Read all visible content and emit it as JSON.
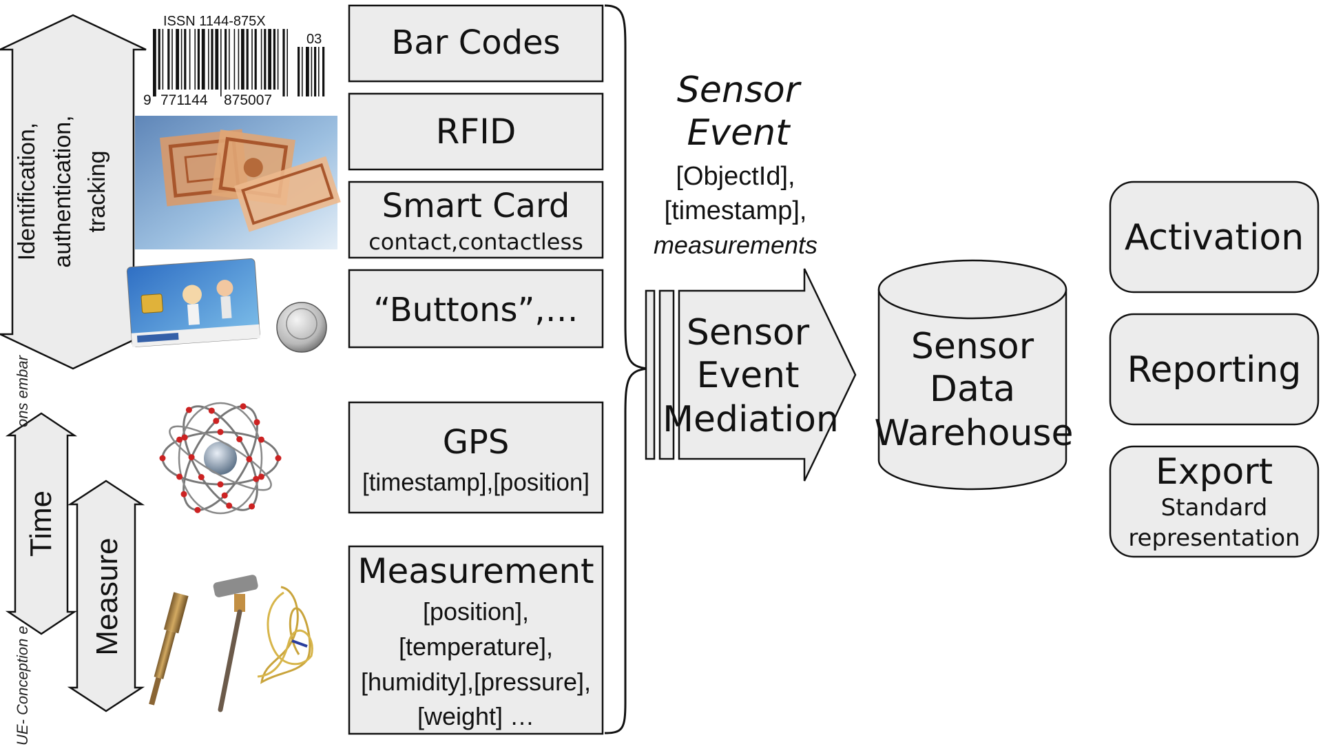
{
  "barcode": {
    "issn": "ISSN 1144-875X",
    "supplement": "03",
    "first_digit": "9",
    "left_digits": "771144",
    "right_digits": "875007"
  },
  "arrows": {
    "identification": [
      "Identification,",
      "authentication,",
      "tracking"
    ],
    "time": "Time",
    "measure": "Measure"
  },
  "side_captions": {
    "upper": "ons embar",
    "lower": "UE- Conception e"
  },
  "sources": {
    "bar_codes": {
      "title": "Bar Codes"
    },
    "rfid": {
      "title": "RFID"
    },
    "smart_card": {
      "title": "Smart Card",
      "subtitle": "contact,contactless"
    },
    "buttons": {
      "title": "“Buttons”,…"
    },
    "gps": {
      "title": "GPS",
      "subtitle": "[timestamp],[position]"
    },
    "measurement": {
      "title": "Measurement",
      "lines": [
        "[position],",
        "[temperature],",
        "[humidity],[pressure],",
        "[weight] …"
      ]
    }
  },
  "sensor_event": {
    "title_lines": [
      "Sensor",
      "Event"
    ],
    "fields": [
      "[ObjectId],",
      "[timestamp],"
    ],
    "measurements": "measurements"
  },
  "mediation": {
    "lines": [
      "Sensor",
      "Event",
      "Mediation"
    ]
  },
  "warehouse": {
    "lines": [
      "Sensor",
      "Data",
      "Warehouse"
    ]
  },
  "outputs": {
    "activation": {
      "title": "Activation"
    },
    "reporting": {
      "title": "Reporting"
    },
    "export": {
      "title": "Export",
      "subtitle_lines": [
        "Standard",
        "representation"
      ]
    }
  },
  "colors": {
    "box_fill": "#ececec",
    "stroke": "#111111",
    "text": "#111111",
    "rfid_photo_blue": "#8fb4d8",
    "rfid_copper": "#c98a5a",
    "sphere_dots": "#cc2222"
  }
}
